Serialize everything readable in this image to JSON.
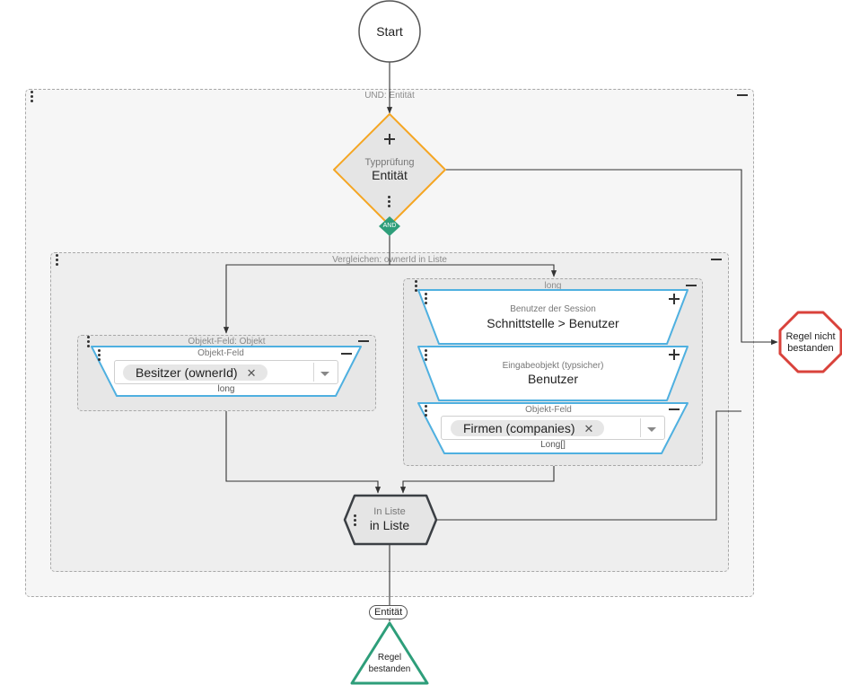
{
  "start": {
    "label": "Start"
  },
  "und_group": {
    "title": "UND: Entität"
  },
  "typpruefung": {
    "caption": "Typprüfung",
    "title": "Entität"
  },
  "and_badge": "AND",
  "vergleichen_group": {
    "title": "Vergleichen: ownerId in Liste"
  },
  "objekt_feld_group": {
    "title": "Objekt-Feld: Objekt",
    "card": {
      "caption": "Objekt-Feld",
      "chip": "Besitzer (ownerId)",
      "type": "long"
    }
  },
  "long_group": {
    "title": "long",
    "session_card": {
      "caption": "Benutzer der Session",
      "title": "Schnittstelle > Benutzer"
    },
    "input_card": {
      "caption": "Eingabeobjekt (typsicher)",
      "title": "Benutzer"
    },
    "field_card": {
      "caption": "Objekt-Feld",
      "chip": "Firmen (companies)",
      "type": "Long[]"
    }
  },
  "in_liste": {
    "caption": "In Liste",
    "title": "in Liste"
  },
  "fail_node": {
    "line1": "Regel nicht",
    "line2": "bestanden"
  },
  "entity_badge": "Entität",
  "pass_node": {
    "line1": "Regel",
    "line2": "bestanden"
  },
  "colors": {
    "type_check_border": "#f5a623",
    "card_border": "#4fb0e0",
    "stop_red": "#d9423b",
    "pass_green": "#2e9e7a",
    "and_green": "#2e9e7a",
    "hex_border": "#3b3f44"
  },
  "icons": {
    "kebab": "kebab-menu-icon",
    "collapse": "minus-icon",
    "expand": "plus-icon",
    "remove": "close-icon",
    "dropdown": "chevron-down-icon"
  }
}
